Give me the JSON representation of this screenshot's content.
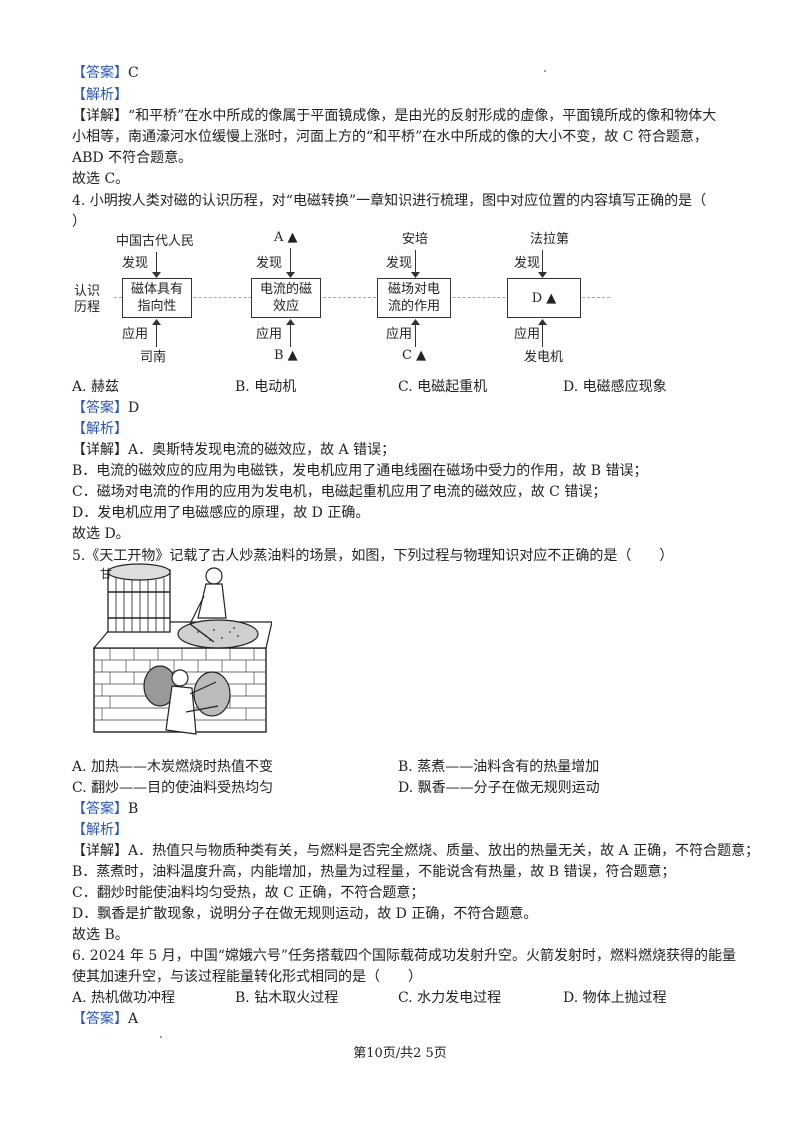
{
  "q3_tail": {
    "answer_tag": "【答案】",
    "answer": "C",
    "analysis_tag": "【解析】",
    "detail_1": "【详解】“和平桥”在水中所成的像属于平面镜成像，是由光的反射形成的虚像，平面镜所成的像和物体大",
    "detail_2": "小相等，南通濠河水位缓慢上涨时，河面上方的“和平桥”在水中所成的像的大小不变，故 C 符合题意，",
    "detail_3": "ABD 不符合题意。",
    "conclusion": "故选 C。"
  },
  "q4": {
    "stem_1": "4. 小明按人类对磁的认识历程，对“电磁转换”一章知识进行梳理，图中对应位置的内容填写正确的是（",
    "stem_2": "）",
    "diagram": {
      "row_label_1": "认识",
      "row_label_2": "历程",
      "columns": [
        {
          "top": "中国古代人民",
          "find": "发现",
          "box": "磁体具有指向性",
          "use": "应用",
          "bottom": "司南"
        },
        {
          "top": "A ▲",
          "find": "发现",
          "box": "电流的磁效应",
          "use": "应用",
          "bottom": "B ▲"
        },
        {
          "top": "安培",
          "find": "发现",
          "box": "磁场对电流的作用",
          "use": "应用",
          "bottom": "C ▲"
        },
        {
          "top": "法拉第",
          "find": "发现",
          "box": "D ▲",
          "use": "应用",
          "bottom": "发电机"
        }
      ]
    },
    "options": [
      "A. 赫兹",
      "B. 电动机",
      "C. 电磁起重机",
      "D. 电磁感应现象"
    ],
    "answer_tag": "【答案】",
    "answer": "D",
    "analysis_tag": "【解析】",
    "detail_1": "【详解】A．奥斯特发现电流的磁效应，故 A 错误；",
    "detail_2": "B．电流的磁效应的应用为电磁铁，发电机应用了通电线圈在磁场中受力的作用，故 B 错误；",
    "detail_3": "C．磁场对电流的作用的应用为发电机，电磁起重机应用了电流的磁效应，故 C 错误；",
    "detail_4": "D．发电机应用了电磁感应的原理，故 D 正确。",
    "conclusion": "故选 D。"
  },
  "q5": {
    "stem": "5.《天工开物》记载了古人炒蒸油料的场景，如图，下列过程与物理知识对应不正确的是（　　）",
    "image_caption": "甘",
    "options": [
      "A. 加热——木炭燃烧时热值不变",
      "B. 蒸煮——油料含有的热量增加",
      "C. 翻炒——目的使油料受热均匀",
      "D. 飘香——分子在做无规则运动"
    ],
    "answer_tag": "【答案】",
    "answer": "B",
    "analysis_tag": "【解析】",
    "detail_1": "【详解】A．热值只与物质种类有关，与燃料是否完全燃烧、质量、放出的热量无关，故 A 正确，不符合题意；",
    "detail_2": "B．蒸煮时，油料温度升高，内能增加，热量为过程量，不能说含有热量，故 B 错误，符合题意；",
    "detail_3": "C．翻炒时能使油料均匀受热，故 C 正确，不符合题意；",
    "detail_4": "D．飘香是扩散现象，说明分子在做无规则运动，故 D 正确，不符合题意。",
    "conclusion": "故选 B。"
  },
  "q6": {
    "stem_1": "6. 2024 年 5 月，中国“嫦娥六号”任务搭载四个国际载荷成功发射升空。火箭发射时，燃料燃烧获得的能量",
    "stem_2": "使其加速升空，与该过程能量转化形式相同的是（　　）",
    "options": [
      "A. 热机做功冲程",
      "B. 钻木取火过程",
      "C. 水力发电过程",
      "D. 物体上抛过程"
    ],
    "answer_tag": "【答案】",
    "answer": "A"
  },
  "footer": {
    "page": "第10页/共2 5页"
  },
  "colors": {
    "tag": "#2a57b8",
    "dashed_line": "#6fb6d8"
  }
}
